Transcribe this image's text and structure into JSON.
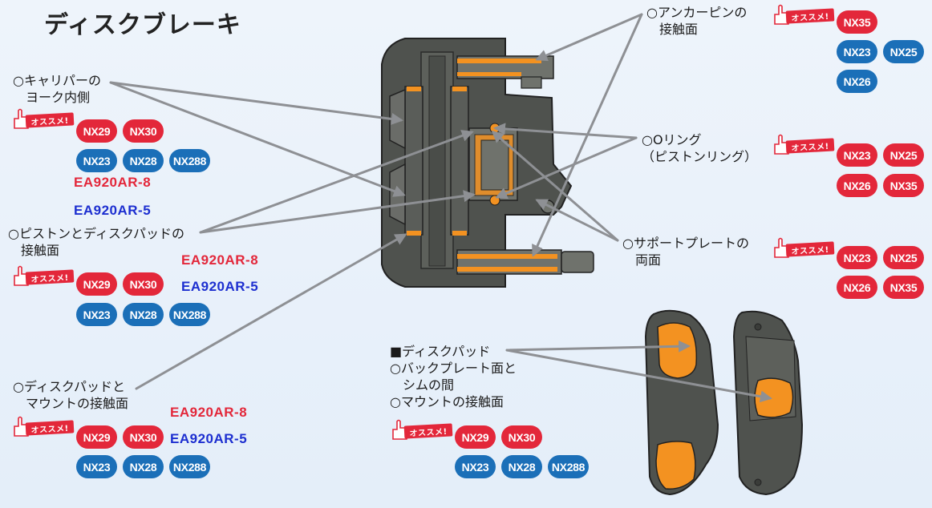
{
  "title": "ディスクブレーキ",
  "badge_text": "オススメ!",
  "colors": {
    "recommend_red": "#e3273a",
    "standard_blue": "#1b6fb8",
    "ea_red": "#e3273a",
    "ea_blue": "#1d2fd0",
    "highlight_orange": "#f39221",
    "caliper_gray": "#4f524e"
  },
  "sections": {
    "caliper_yoke": {
      "lines": [
        "○キャリパーの",
        "ヨーク内側"
      ],
      "recommended": [
        "NX29",
        "NX30"
      ],
      "others": [
        "NX23",
        "NX28",
        "NX288"
      ],
      "ea": [
        "EA920AR-8",
        "EA920AR-5"
      ]
    },
    "piston_pad": {
      "lines": [
        "○ピストンとディスクパッドの",
        "接触面"
      ],
      "recommended": [
        "NX29",
        "NX30"
      ],
      "others": [
        "NX23",
        "NX28",
        "NX288"
      ],
      "ea": [
        "EA920AR-8",
        "EA920AR-5"
      ]
    },
    "pad_mount": {
      "lines": [
        "○ディスクパッドと",
        "マウントの接触面"
      ],
      "recommended": [
        "NX29",
        "NX30"
      ],
      "others": [
        "NX23",
        "NX28",
        "NX288"
      ],
      "ea": [
        "EA920AR-8",
        "EA920AR-5"
      ]
    },
    "anchor_pin": {
      "lines": [
        "○アンカーピンの",
        "接触面"
      ],
      "recommended": [
        "NX35"
      ],
      "others": [
        "NX23",
        "NX25",
        "NX26"
      ]
    },
    "o_ring": {
      "lines": [
        "○Oリング",
        "（ピストンリング）"
      ],
      "recommended": [
        "NX23",
        "NX25",
        "NX26",
        "NX35"
      ]
    },
    "support_plate": {
      "lines": [
        "○サポートプレートの",
        "両面"
      ],
      "recommended": [
        "NX23",
        "NX25",
        "NX26",
        "NX35"
      ]
    },
    "disc_pad": {
      "lines": [
        "■ディスクパッド",
        "○バックプレート面と",
        "シムの間",
        "○マウントの接触面"
      ],
      "recommended": [
        "NX29",
        "NX30"
      ],
      "others": [
        "NX23",
        "NX28",
        "NX288"
      ]
    }
  }
}
